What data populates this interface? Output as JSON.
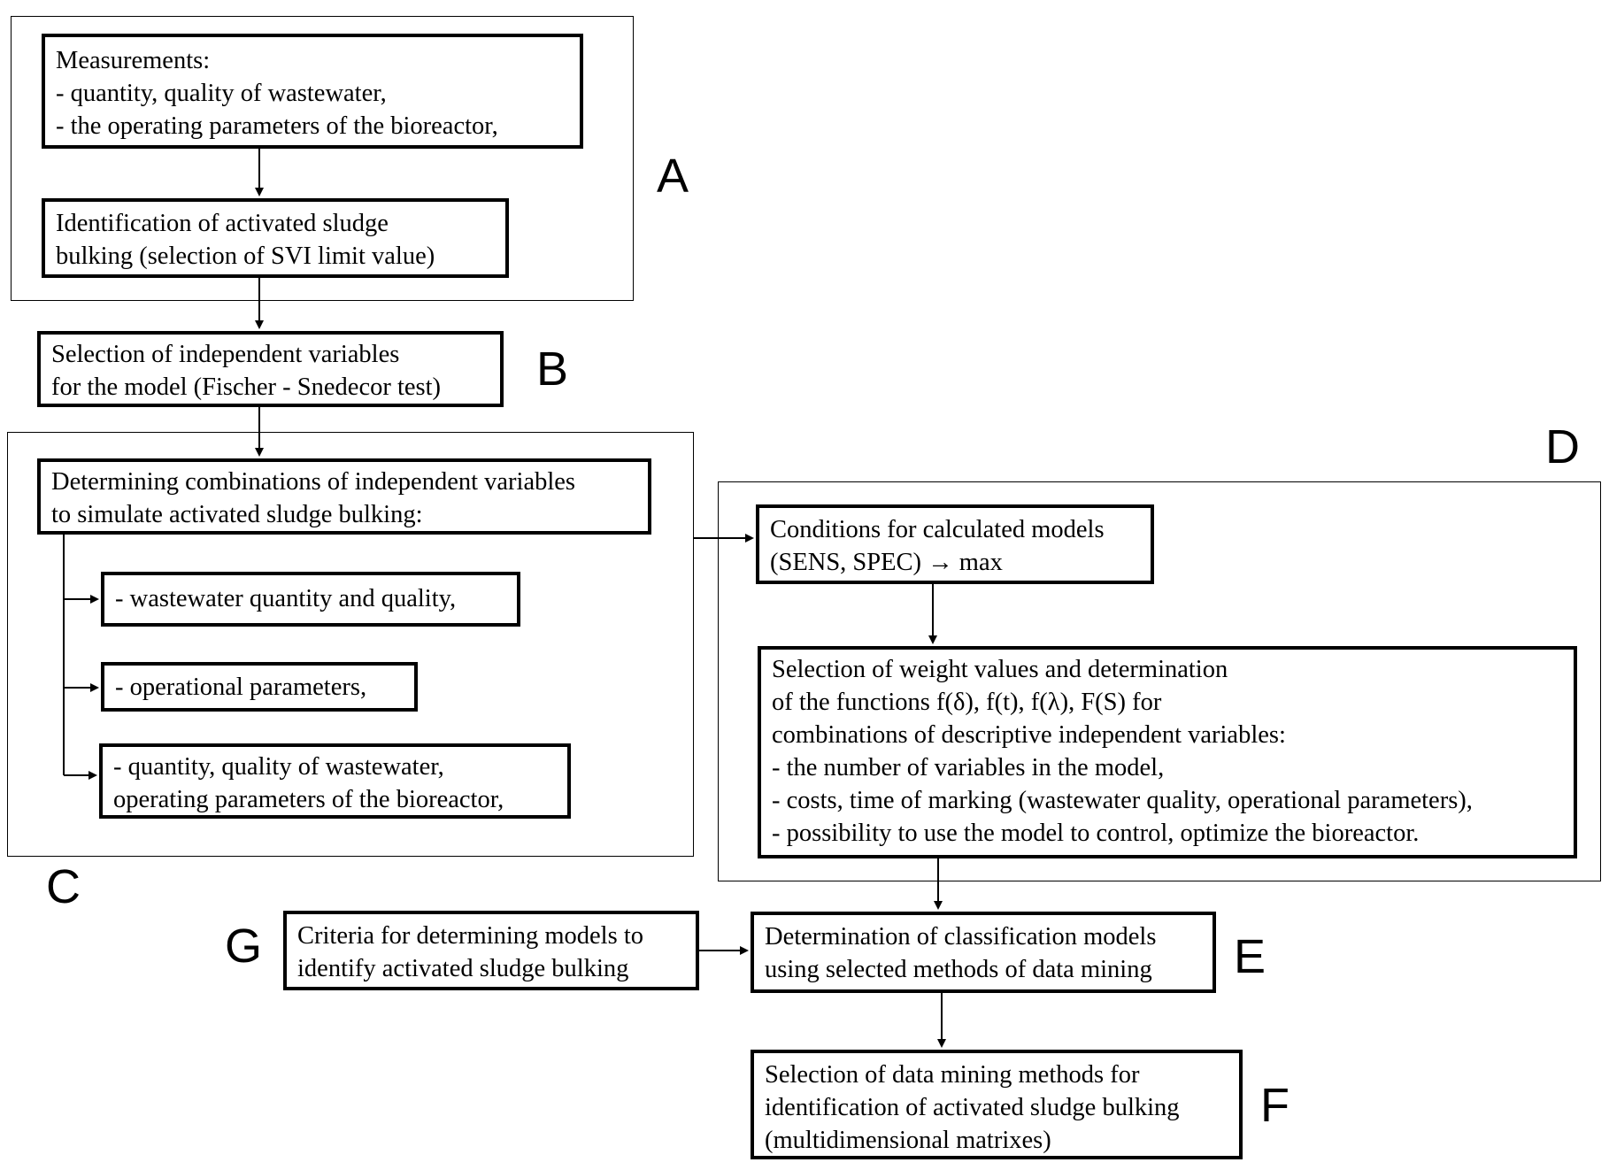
{
  "groups": {
    "A": {
      "label": "A"
    },
    "B": {
      "label": "B"
    },
    "C": {
      "label": "C"
    },
    "D": {
      "label": "D"
    },
    "E": {
      "label": "E"
    },
    "F": {
      "label": "F"
    },
    "G": {
      "label": "G"
    }
  },
  "boxes": {
    "measurements": {
      "lines": [
        "Measurements:",
        "- quantity, quality of wastewater,",
        "- the operating parameters of the bioreactor,"
      ]
    },
    "identification": {
      "lines": [
        "Identification of activated sludge",
        "bulking (selection of SVI limit value)"
      ]
    },
    "selection_independent": {
      "lines": [
        "Selection of independent variables",
        "for the model (Fischer - Snedecor test)"
      ]
    },
    "determining_combinations": {
      "lines": [
        "Determining combinations of independent variables",
        "to simulate activated sludge bulking:"
      ]
    },
    "wastewater_qq": {
      "lines": [
        "- wastewater quantity and quality,"
      ]
    },
    "operational_params": {
      "lines": [
        "- operational parameters,"
      ]
    },
    "quantity_quality_operating": {
      "lines": [
        "- quantity, quality of wastewater,",
        "operating parameters of the bioreactor,"
      ]
    },
    "conditions": {
      "lines": [
        "Conditions for calculated models",
        "(SENS, SPEC) → max"
      ]
    },
    "selection_weights": {
      "lines": [
        "Selection of weight values and determination",
        "of the functions f(δ), f(t), f(λ), F(S) for",
        "combinations of descriptive independent variables:",
        "- the number of variables in the model,",
        "- costs, time of marking (wastewater quality, operational parameters),",
        "- possibility to use the model to control, optimize the bioreactor."
      ]
    },
    "criteria": {
      "lines": [
        "Criteria for determining models to",
        "identify activated sludge bulking"
      ]
    },
    "determination_classification": {
      "lines": [
        "Determination of classification models",
        "using selected methods of data mining"
      ]
    },
    "selection_methods": {
      "lines": [
        "Selection of data mining methods for",
        "identification of activated sludge bulking",
        "(multidimensional matrixes)"
      ]
    }
  }
}
